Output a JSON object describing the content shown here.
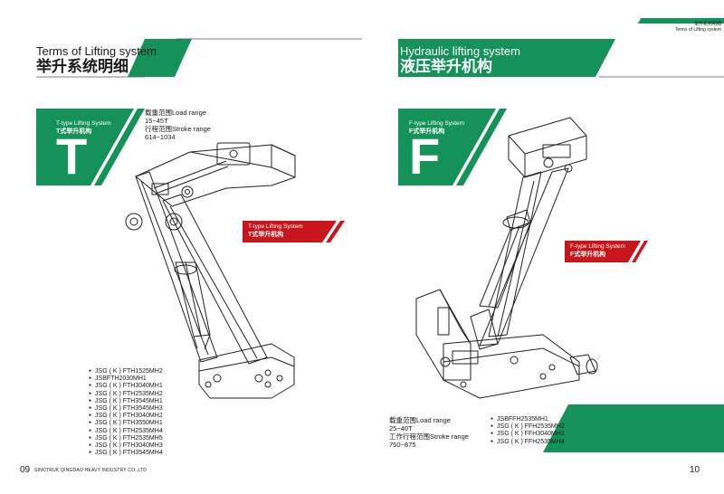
{
  "left": {
    "title_en": "Terms of Lifting system",
    "title_cn": "举升系统明细",
    "tab_en": "T-type Lifting System",
    "tab_cn": "T式举升机构",
    "big_letter": "T",
    "spec": {
      "load_label": "载重范围Load range",
      "load_value": "15~45T",
      "stroke_label": "行程范围Stroke range",
      "stroke_value": "614~1034"
    },
    "red_label_en": "T-type Lifting System",
    "red_label_cn": "T式举升机构",
    "models": [
      "JSG ( K ) FTH1525MH2",
      "JSBFTH2030MH1",
      "JSG ( K ) FTH3040MH1",
      "JSG ( K ) FTH2535MH2",
      "JSG ( K ) FTH3545MH1",
      "JSG ( K ) FTH3545MH3",
      "JSG ( K ) FTH3040MH2",
      "JSG ( K ) FTH3550MH1",
      "JSG ( K ) FTH2535MH4",
      "JSG ( K ) FTH2535MH5",
      "JSG ( K ) FTH3040MH3",
      "JSG ( K ) FTH3545MH4"
    ],
    "page_number": "09",
    "company": "SINOTRUK QINGDAO HEAVY INDUSTRY CO.,LTD"
  },
  "right": {
    "header_cn": "举升机构明细",
    "header_en": "Terms of Lifting system",
    "title_en": "Hydraulic lifting system",
    "title_cn": "液压举升机构",
    "tab_en": "F-type Lifting System",
    "tab_cn": "F式举升机构",
    "big_letter": "F",
    "red_label_en": "F-type Lifting System",
    "red_label_cn": "F式举升机构",
    "spec": {
      "load_label": "载重范围Load range",
      "load_value": "25~40T",
      "stroke_label": "工作行程范围Stroke range",
      "stroke_value": "750~875"
    },
    "models": [
      "JSBFFH2535MH1",
      "JSG ( K ) FFH2535MH2",
      "JSG ( K ) FFH3040MH2",
      "JSG ( K ) FFH2535MH4"
    ],
    "page_number": "10"
  },
  "colors": {
    "green": "#14925a",
    "red": "#c8151b",
    "text": "#1a1a1a"
  }
}
